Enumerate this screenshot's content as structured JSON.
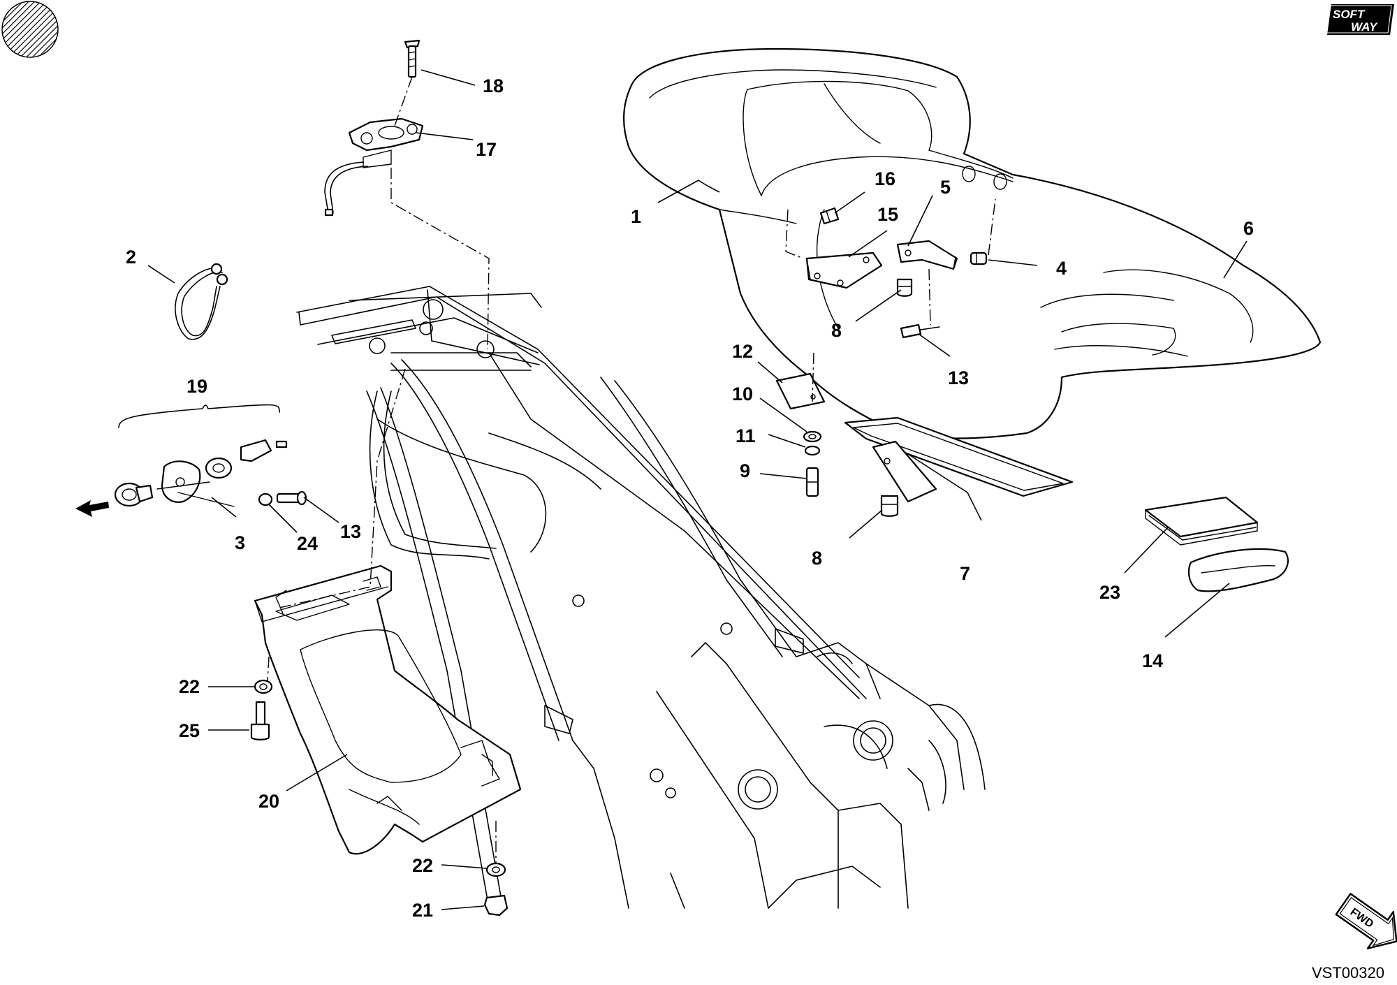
{
  "diagram": {
    "reference_code": "VST00320",
    "brand": {
      "line1": "SOFT",
      "line2": "WAY"
    },
    "fwd_label": "FWD",
    "labels": [
      "1",
      "2",
      "3",
      "4",
      "5",
      "6",
      "7",
      "8",
      "8",
      "9",
      "10",
      "11",
      "12",
      "13",
      "13",
      "14",
      "15",
      "16",
      "17",
      "18",
      "19",
      "20",
      "21",
      "22",
      "22",
      "23",
      "24",
      "25"
    ]
  }
}
